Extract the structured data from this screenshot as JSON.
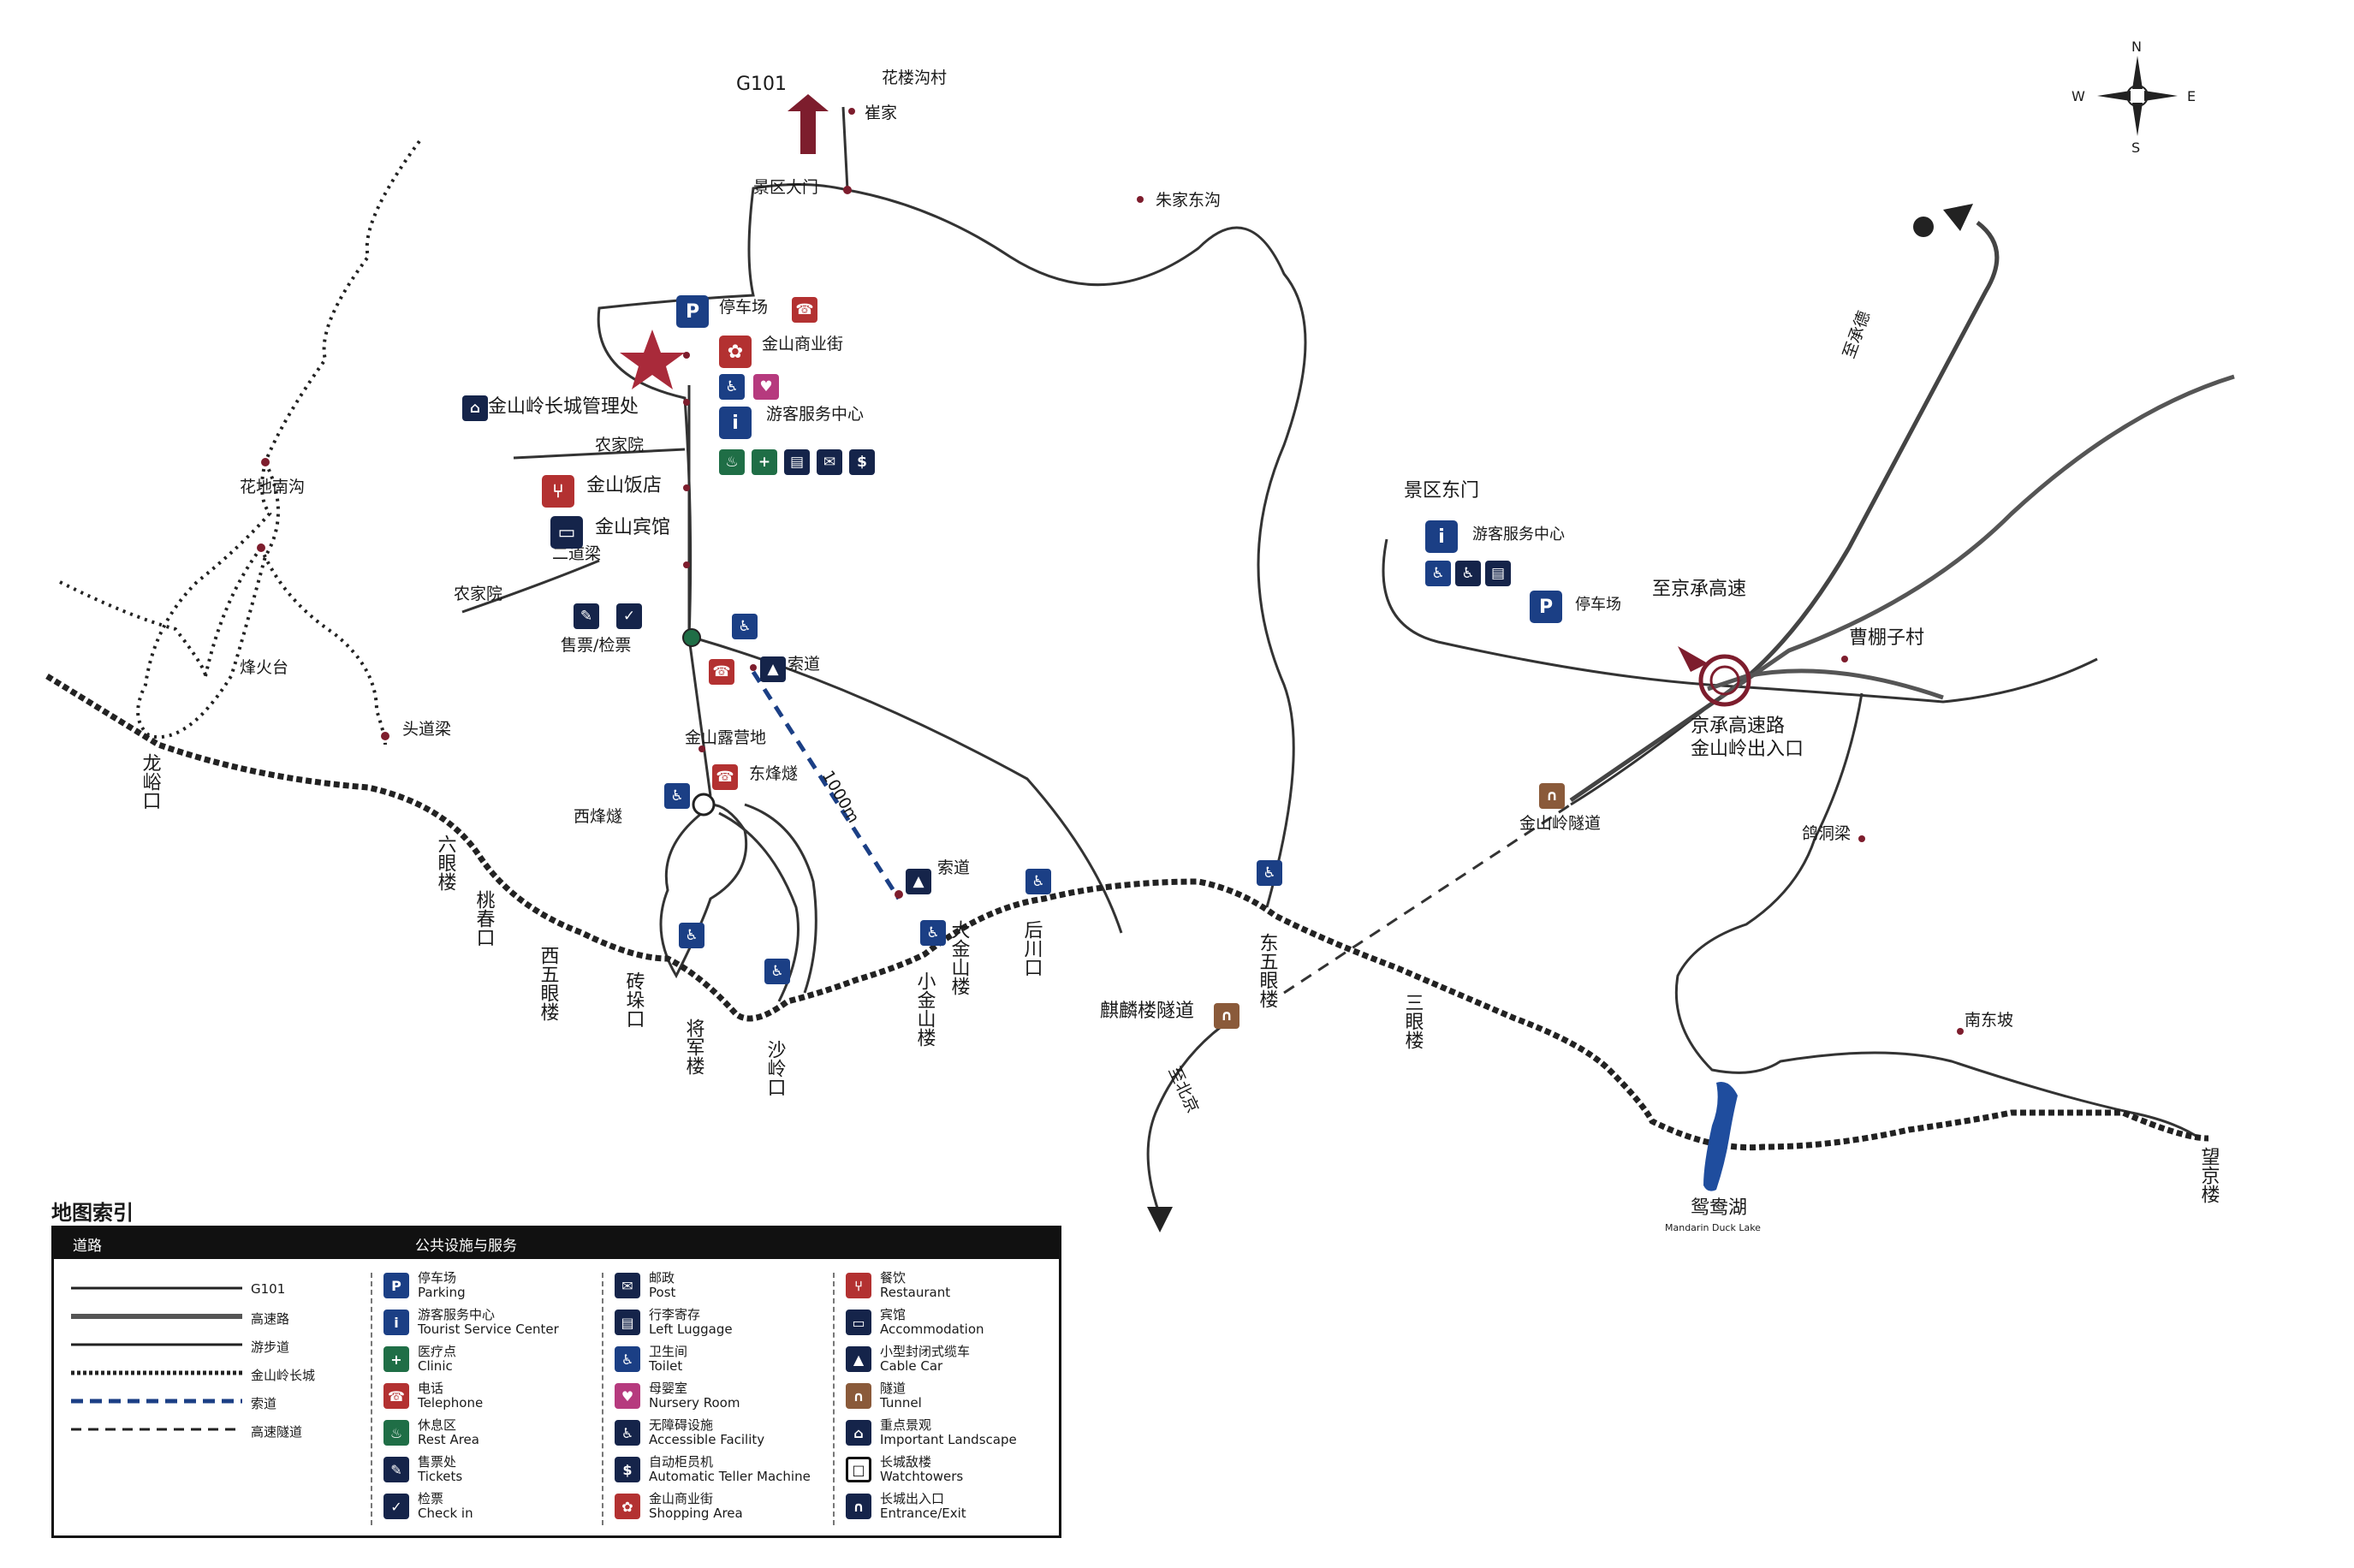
{
  "labels": {
    "g101": "G101",
    "hualougou": "花楼沟村",
    "cuijia": "崔家",
    "scenic_gate": "景区大门",
    "zhujiadonggou": "朱家东沟",
    "parking": "停车场",
    "shopping": "金山商业街",
    "tourist_center": "游客服务中心",
    "admin_office": "金山岭长城管理处",
    "nongjiayuan1": "农家院",
    "nongjiayuan2": "农家院",
    "jinshan_restaurant": "金山饭店",
    "jinshan_hotel": "金山宾馆",
    "erdaoliang": "二道梁",
    "tickets": "售票/检票",
    "cableway": "索道",
    "cableway2": "索道",
    "jinshan_camp": "金山露营地",
    "cable_len": "1000m",
    "xifengsui": "西烽燧",
    "dongfengsui": "东烽燧",
    "fenghuotai": "烽火台",
    "toudaoliang": "头道梁",
    "longyukou": "龙峪口",
    "liuyan": "六眼楼",
    "taochunkou": "桃春口",
    "xiwuyan": "西五眼楼",
    "zhuandokou": "砖垛口",
    "jiangjun": "将军楼",
    "shalingkou": "沙岭口",
    "xiaojinshan": "小金山楼",
    "dajinshan": "大金山楼",
    "houchuankou": "后川口",
    "qilin_tunnel": "麒麟楼隧道",
    "to_beijing": "至北京",
    "dongwuyan": "东五眼楼",
    "sanyan": "三眼楼",
    "east_gate": "景区东门",
    "to_jingcheng": "至京承高速",
    "caopengzi": "曹棚子村",
    "expressway_exit_1": "京承高速路",
    "expressway_exit_2": "金山岭出入口",
    "jinshanling_tunnel": "金山岭隧道",
    "gedongliang": "鸽洞梁",
    "to_chengde": "至承德",
    "nandongpo": "南东坡",
    "mandarin_cn": "鸳鸯湖",
    "mandarin_en": "Mandarin Duck Lake",
    "wangjing": "望京楼",
    "compass": {
      "n": "N",
      "s": "S",
      "e": "E",
      "w": "W"
    }
  },
  "legend": {
    "title": "地图索引",
    "road_header": "道路",
    "facility_header": "公共设施与服务",
    "roads": [
      "G101",
      "高速路",
      "游步道",
      "金山岭长城",
      "索道",
      "高速隧道"
    ],
    "facilities": [
      {
        "icon": "parking-icon",
        "glyph": "P",
        "color": "#1b3f85",
        "cn": "停车场",
        "en": "Parking"
      },
      {
        "icon": "info-icon",
        "glyph": "i",
        "color": "#1b3f85",
        "cn": "游客服务中心",
        "en": "Tourist Service Center"
      },
      {
        "icon": "clinic-icon",
        "glyph": "+",
        "color": "#1f6e46",
        "cn": "医疗点",
        "en": "Clinic"
      },
      {
        "icon": "telephone-icon",
        "glyph": "☎",
        "color": "#b33131",
        "cn": "电话",
        "en": "Telephone"
      },
      {
        "icon": "rest-area-icon",
        "glyph": "♨",
        "color": "#1f6e46",
        "cn": "休息区",
        "en": "Rest Area"
      },
      {
        "icon": "tickets-icon",
        "glyph": "✎",
        "color": "#15244a",
        "cn": "售票处",
        "en": "Tickets"
      },
      {
        "icon": "check-in-icon",
        "glyph": "✓",
        "color": "#15244a",
        "cn": "检票",
        "en": "Check in"
      },
      {
        "icon": "post-icon",
        "glyph": "✉",
        "color": "#15244a",
        "cn": "邮政",
        "en": "Post"
      },
      {
        "icon": "luggage-icon",
        "glyph": "▤",
        "color": "#15244a",
        "cn": "行李寄存",
        "en": "Left Luggage"
      },
      {
        "icon": "toilet-icon",
        "glyph": "♿",
        "color": "#1b3f85",
        "cn": "卫生间",
        "en": "Toilet"
      },
      {
        "icon": "nursery-icon",
        "glyph": "♥",
        "color": "#b63a7e",
        "cn": "母婴室",
        "en": "Nursery Room"
      },
      {
        "icon": "accessible-icon",
        "glyph": "♿",
        "color": "#15244a",
        "cn": "无障碍设施",
        "en": "Accessible Facility"
      },
      {
        "icon": "atm-icon",
        "glyph": "$",
        "color": "#15244a",
        "cn": "自动柜员机",
        "en": "Automatic Teller Machine"
      },
      {
        "icon": "shopping-icon",
        "glyph": "✿",
        "color": "#b33131",
        "cn": "金山商业街",
        "en": "Shopping Area"
      },
      {
        "icon": "restaurant-icon",
        "glyph": "⑂",
        "color": "#b33131",
        "cn": "餐饮",
        "en": "Restaurant"
      },
      {
        "icon": "accommodation-icon",
        "glyph": "▭",
        "color": "#15244a",
        "cn": "宾馆",
        "en": "Accommodation"
      },
      {
        "icon": "cable-car-icon",
        "glyph": "▲",
        "color": "#15244a",
        "cn": "小型封闭式缆车",
        "en": "Cable Car"
      },
      {
        "icon": "tunnel-icon",
        "glyph": "∩",
        "color": "#8a5a3a",
        "cn": "隧道",
        "en": "Tunnel"
      },
      {
        "icon": "landscape-icon",
        "glyph": "⌂",
        "color": "#15244a",
        "cn": "重点景观",
        "en": "Important Landscape"
      },
      {
        "icon": "watchtower-icon",
        "glyph": "□",
        "color": "#ffffff",
        "cn": "长城敌楼",
        "en": "Watchtowers"
      },
      {
        "icon": "entrance-icon",
        "glyph": "∩",
        "color": "#15244a",
        "cn": "长城出入口",
        "en": "Entrance/Exit"
      }
    ]
  }
}
